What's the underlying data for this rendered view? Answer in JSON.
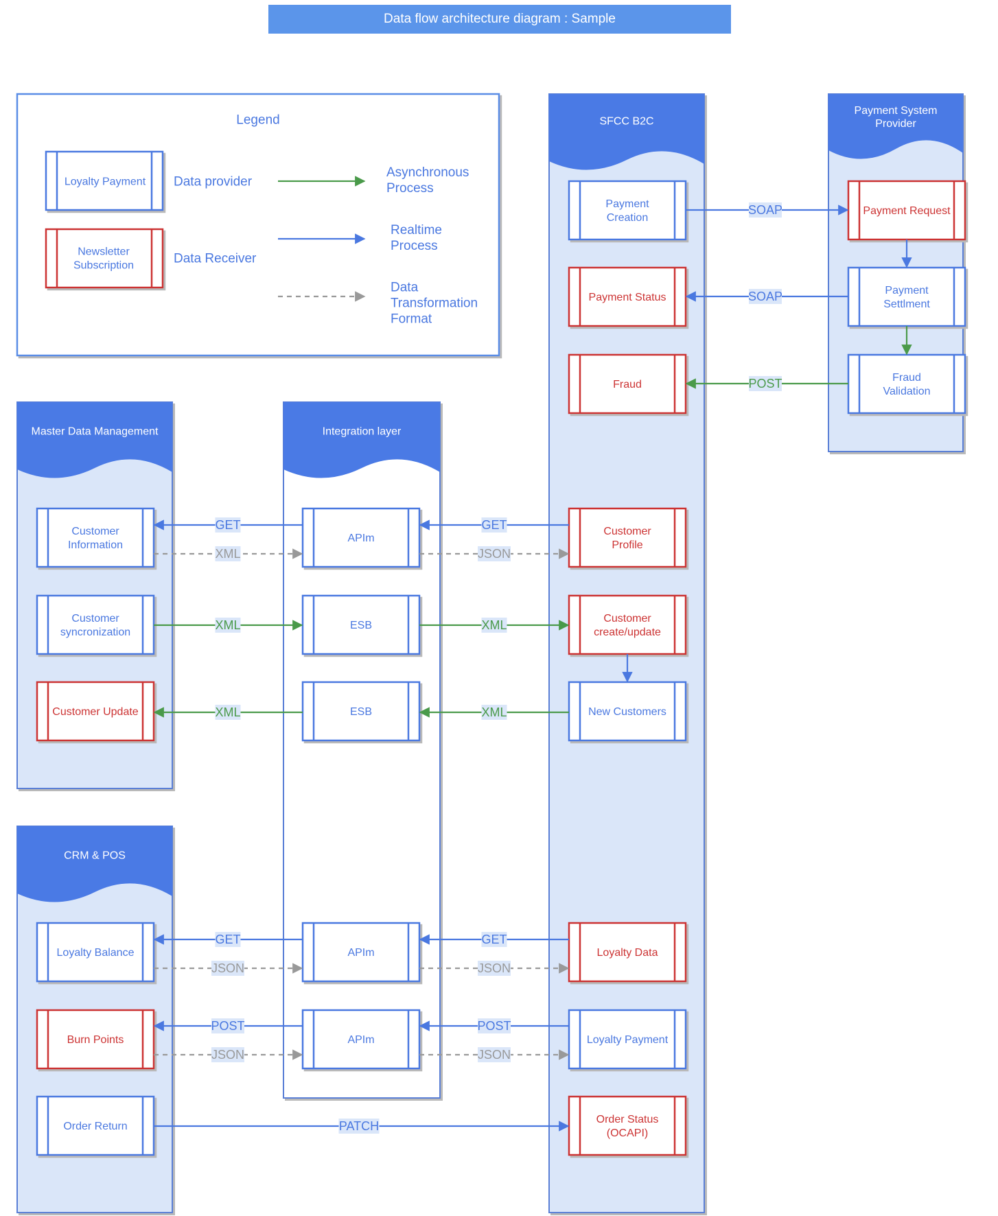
{
  "title": "Data flow architecture diagram : Sample",
  "colors": {
    "blue": "#4a78e0",
    "red": "#cc3333",
    "green": "#4a9a4a",
    "gray": "#999999",
    "header_fill": "#4a7ae5",
    "lane_fill": "#dae6f9",
    "title_fill": "#5b95ea"
  },
  "legend": {
    "title": "Legend",
    "provider_box": "Loyalty Payment",
    "provider_label": "Data provider",
    "receiver_box": "Newsletter Subscription",
    "receiver_label": "Data Receiver",
    "async_label": "Asynchronous Process",
    "realtime_label": "Realtime Process",
    "transform_label": "Data Transformation Format"
  },
  "lanes": {
    "sfcc": "SFCC B2C",
    "psp": "Payment System Provider",
    "mdm": "Master Data Management",
    "integration": "Integration layer",
    "crm": "CRM & POS"
  },
  "boxes": {
    "payment_creation": "Payment Creation",
    "payment_status": "Payment Status",
    "fraud": "Fraud",
    "payment_request": "Payment Request",
    "payment_settlement": "Payment Settlment",
    "fraud_validation": "Fraud Validation",
    "customer_information": "Customer Information",
    "customer_sync": "Customer syncronization",
    "customer_update": "Customer Update",
    "apim_1": "APIm",
    "esb_1": "ESB",
    "esb_2": "ESB",
    "customer_profile": "Customer Profile",
    "customer_create_update": "Customer create/update",
    "new_customers": "New Customers",
    "loyalty_balance": "Loyalty Balance",
    "burn_points": "Burn Points",
    "order_return": "Order Return",
    "apim_2": "APIm",
    "apim_3": "APIm",
    "loyalty_data": "Loyalty Data",
    "loyalty_payment": "Loyalty Payment",
    "order_status": "Order Status (OCAPI)"
  },
  "edge_labels": {
    "soap_1": "SOAP",
    "soap_2": "SOAP",
    "post_1": "POST",
    "get_1": "GET",
    "xml_1": "XML",
    "get_2": "GET",
    "json_1": "JSON",
    "xml_2": "XML",
    "xml_3": "XML",
    "xml_4": "XML",
    "xml_5": "XML",
    "get_3": "GET",
    "json_2": "JSON",
    "get_4": "GET",
    "json_3": "JSON",
    "post_2": "POST",
    "json_4": "JSON",
    "post_3": "POST",
    "json_5": "JSON",
    "patch_1": "PATCH"
  }
}
